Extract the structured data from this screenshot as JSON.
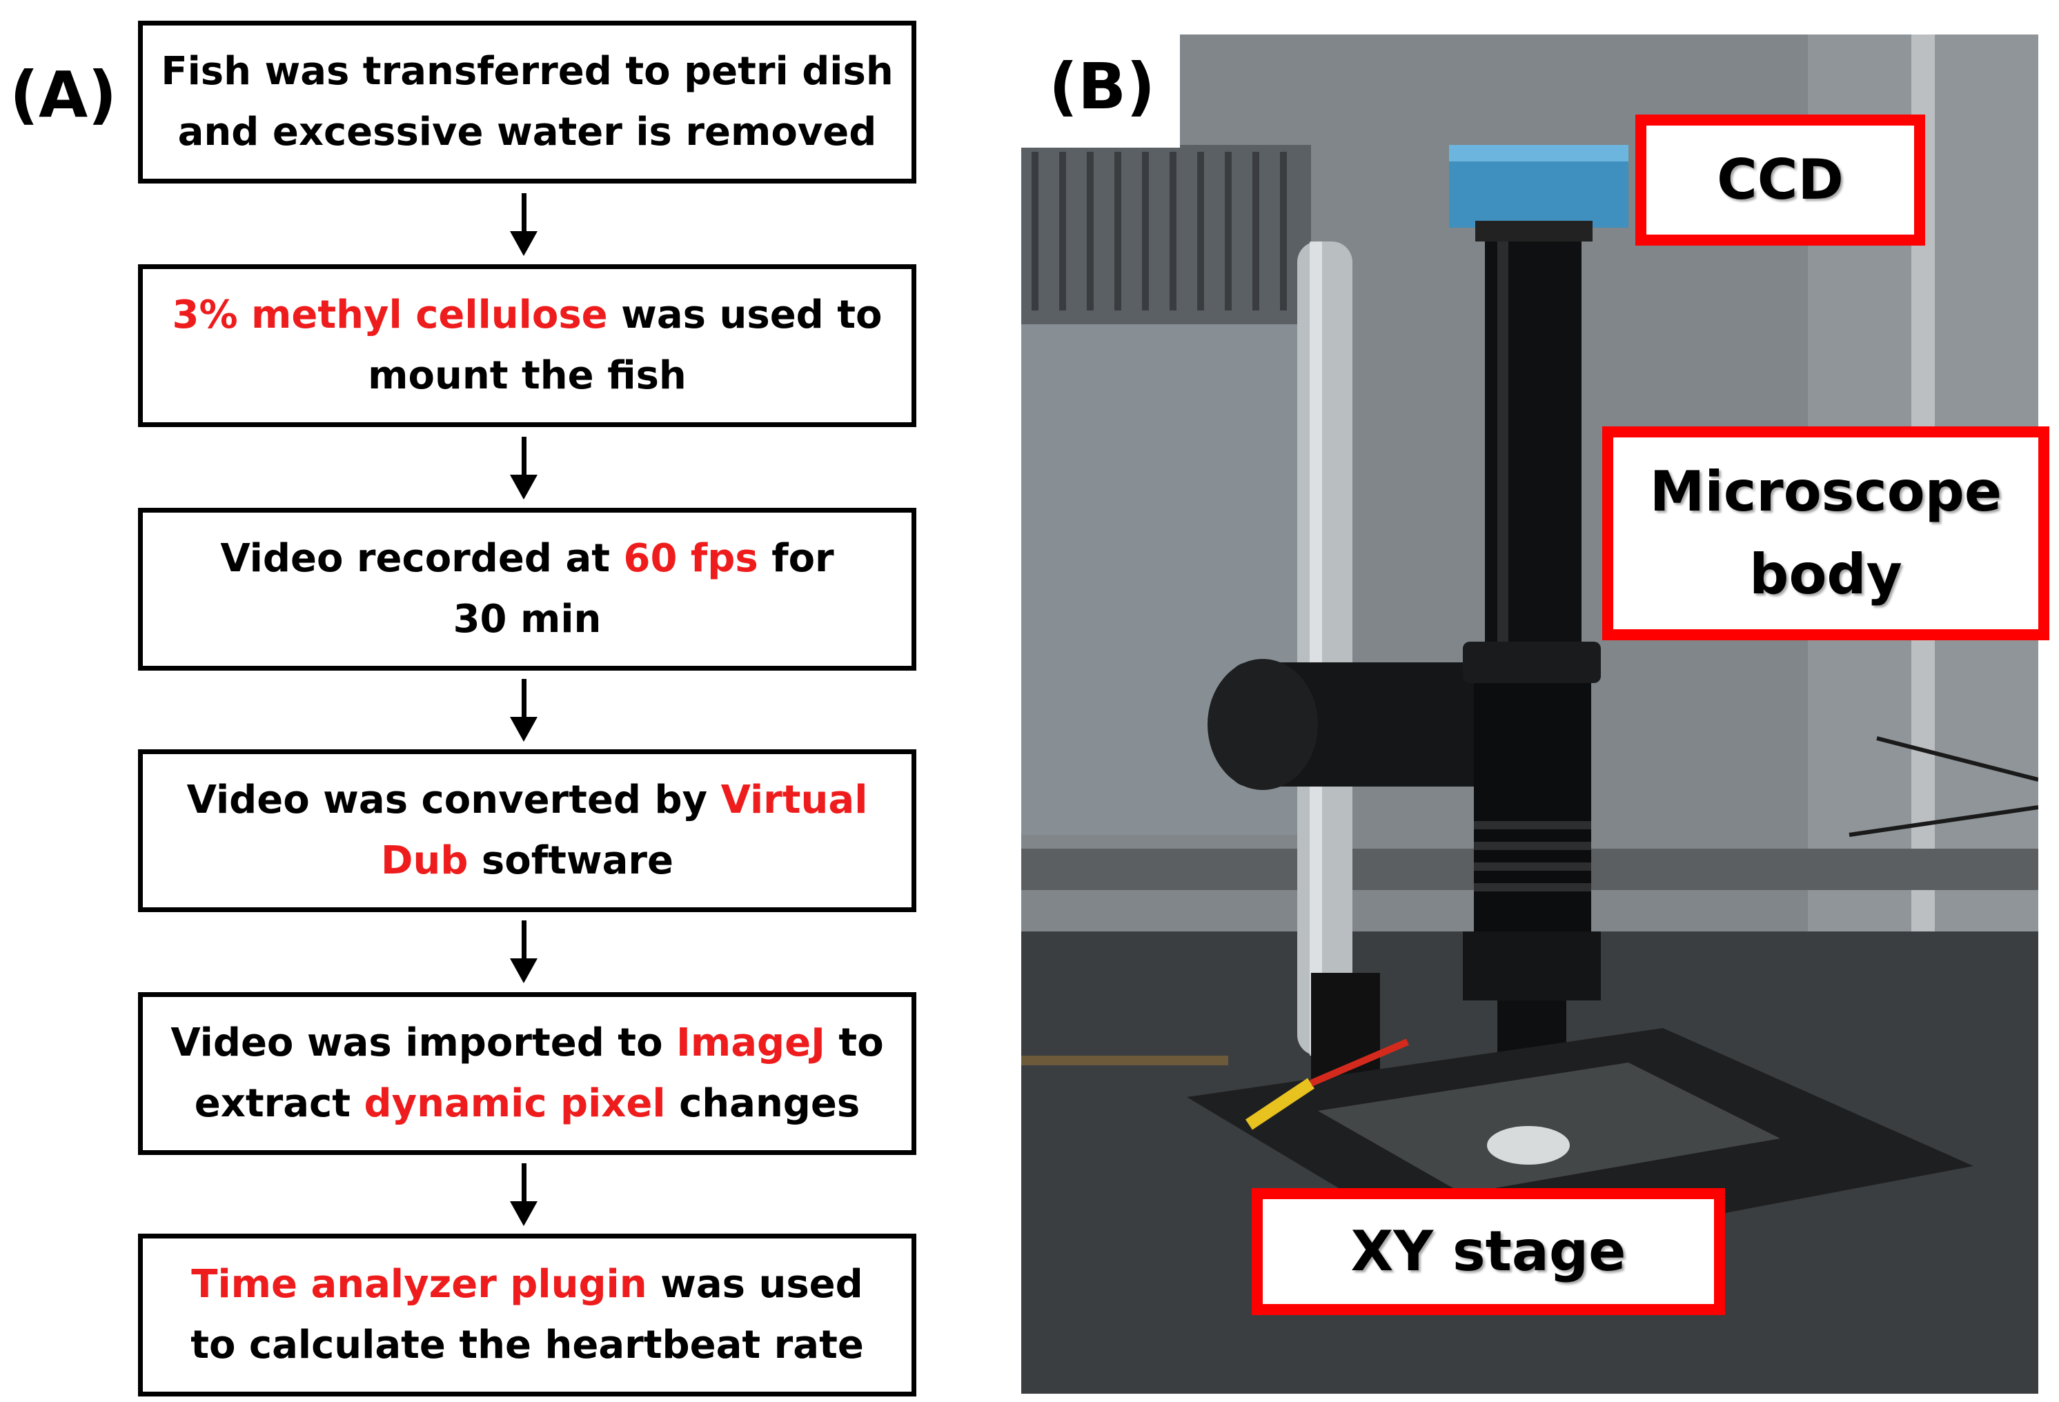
{
  "panels": {
    "a_label": "(A)",
    "b_label": "(B)"
  },
  "flow": {
    "steps": [
      {
        "line1": [
          {
            "text": "Fish was transferred to petri dish",
            "red": false
          }
        ],
        "line2": [
          {
            "text": "and excessive water is removed",
            "red": false
          }
        ]
      },
      {
        "line1": [
          {
            "text": "3% methyl cellulose",
            "red": true
          },
          {
            "text": " was used to",
            "red": false
          }
        ],
        "line2": [
          {
            "text": "mount the fish",
            "red": false
          }
        ]
      },
      {
        "line1": [
          {
            "text": "Video recorded at ",
            "red": false
          },
          {
            "text": "60 fps",
            "red": true
          },
          {
            "text": " for",
            "red": false
          }
        ],
        "line2": [
          {
            "text": "30 min",
            "red": false
          }
        ]
      },
      {
        "line1": [
          {
            "text": "Video was converted by ",
            "red": false
          },
          {
            "text": "Virtual",
            "red": true
          }
        ],
        "line2": [
          {
            "text": "Dub",
            "red": true
          },
          {
            "text": " software",
            "red": false
          }
        ]
      },
      {
        "line1": [
          {
            "text": "Video was imported to ",
            "red": false
          },
          {
            "text": "ImageJ",
            "red": true
          },
          {
            "text": " to",
            "red": false
          }
        ],
        "line2": [
          {
            "text": "extract ",
            "red": false
          },
          {
            "text": "dynamic pixel",
            "red": true
          },
          {
            "text": " changes",
            "red": false
          }
        ]
      },
      {
        "line1": [
          {
            "text": "Time analyzer plugin",
            "red": true
          },
          {
            "text": " was used",
            "red": false
          }
        ],
        "line2": [
          {
            "text": "to calculate the heartbeat rate",
            "red": false
          }
        ]
      }
    ]
  },
  "callouts": {
    "ccd": "CCD",
    "microscope_line1": "Microscope",
    "microscope_line2": "body",
    "xy_stage": "XY stage"
  },
  "colors": {
    "highlight": "#ee1c1c",
    "callout_border": "#ff0000"
  }
}
